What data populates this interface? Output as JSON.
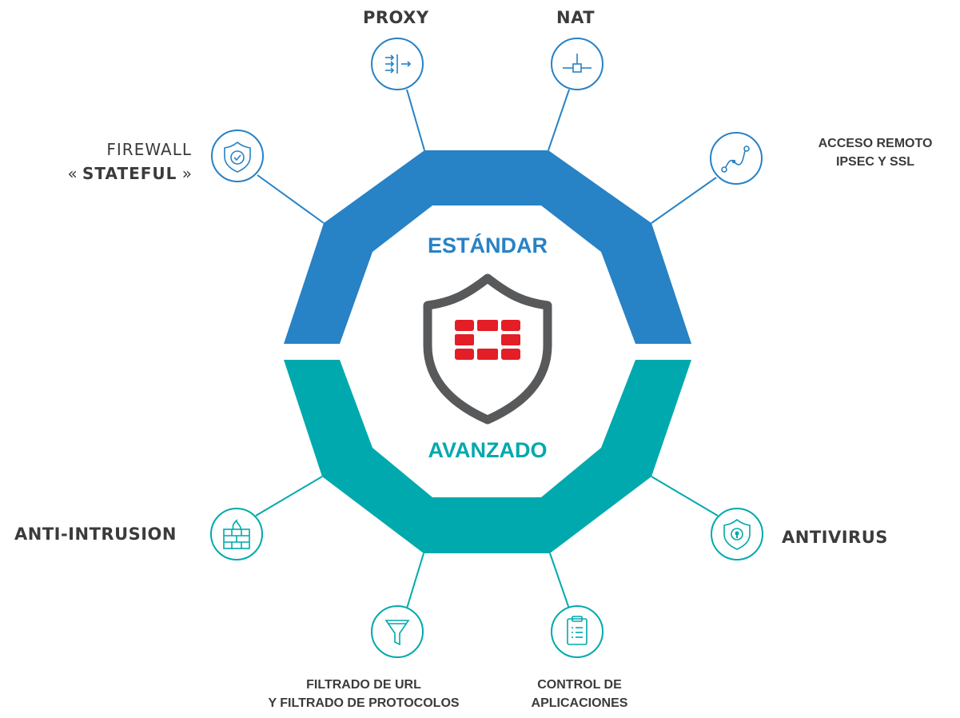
{
  "colors": {
    "standard": "#2782c6",
    "advanced": "#00a9ad",
    "shield": "#58595b",
    "logo": "#e31e26",
    "text": "#3b3b3b"
  },
  "ring": {
    "top_label": "ESTÁNDAR",
    "bottom_label": "AVANZADO"
  },
  "features": {
    "proxy": {
      "label": "PROXY",
      "icon": "proxy-icon"
    },
    "nat": {
      "label": "NAT",
      "icon": "nat-icon"
    },
    "firewall": {
      "line1": "FIREWALL",
      "line2_open": "« ",
      "line2_bold": "STATEFUL",
      "line2_close": " »",
      "icon": "shield-check-icon"
    },
    "vpn": {
      "line1": "ACCESO REMOTO",
      "line2": "IPSEC Y SSL",
      "icon": "route-icon"
    },
    "ips": {
      "label": "ANTI-INTRUSION",
      "icon": "firewall-brick-icon"
    },
    "antivirus": {
      "label": "ANTIVIRUS",
      "icon": "shield-lock-icon"
    },
    "url": {
      "line1": "FILTRADO DE URL",
      "line2": "Y FILTRADO DE PROTOCOLOS",
      "icon": "funnel-icon"
    },
    "app": {
      "line1": "CONTROL DE",
      "line2": "APLICACIONES",
      "icon": "clipboard-icon"
    }
  }
}
